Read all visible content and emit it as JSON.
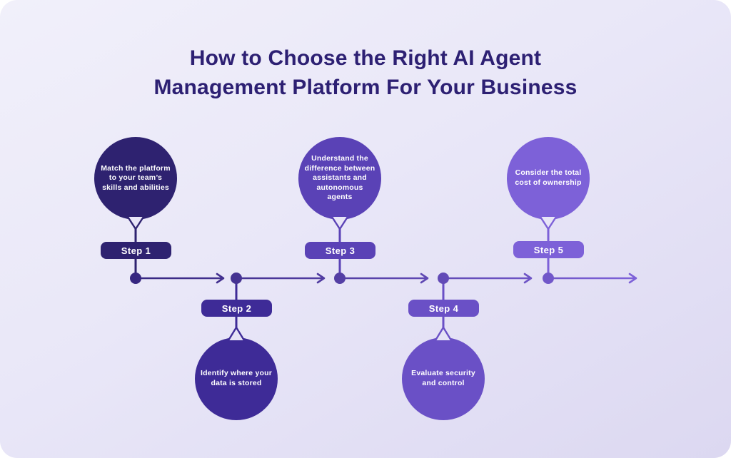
{
  "title": "How to Choose the Right AI Agent\nManagement Platform For Your Business",
  "colors": {
    "title": "#2d2073",
    "background_top": "#f1f0fa",
    "background_mid": "#e9e7f8",
    "background_bottom": "#dcd8f1"
  },
  "timeline": {
    "start_color": "#362680",
    "end_color": "#7e62d9"
  },
  "steps": [
    {
      "label": "Step 1",
      "description": "Match the platform\nto your team’s\nskills and abilities",
      "color": "#2e2270"
    },
    {
      "label": "Step 2",
      "description": "Identify where your\ndata is stored",
      "color": "#3e2b97"
    },
    {
      "label": "Step 3",
      "description": "Understand the\ndifference between\nassistants and\nautonomous\nagents",
      "color": "#5a42b6"
    },
    {
      "label": "Step 4",
      "description": "Evaluate security\nand control",
      "color": "#6a50c6"
    },
    {
      "label": "Step 5",
      "description": "Consider the total\ncost of ownership",
      "color": "#7d61d8"
    }
  ]
}
